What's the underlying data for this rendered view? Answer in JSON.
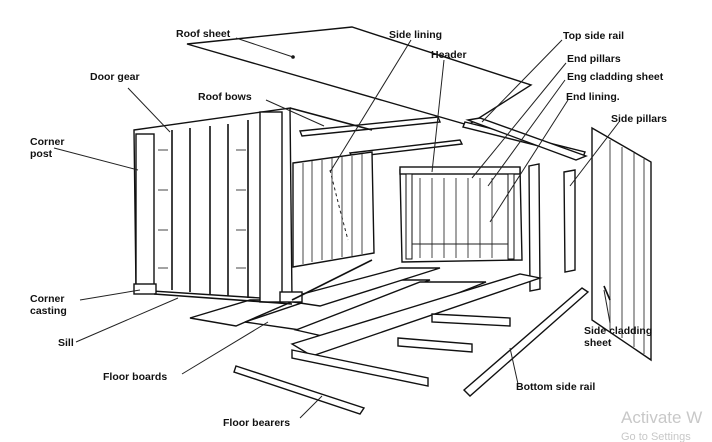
{
  "labels": {
    "roof_sheet": "Roof sheet",
    "side_lining": "Side lining",
    "header": "Header",
    "top_side_rail": "Top side rail",
    "end_pillars": "End pillars",
    "eng_cladding_sheet": "Eng cladding sheet",
    "end_lining": "End lining.",
    "side_pillars": "Side pillars",
    "door_gear": "Door gear",
    "roof_bows": "Roof bows",
    "corner_post_1": "Corner",
    "corner_post_2": "post",
    "corner_casting_1": "Corner",
    "corner_casting_2": "casting",
    "sill": "Sill",
    "floor_boards": "Floor boards",
    "side_cladding_sheet_1": "Side cladding",
    "side_cladding_sheet_2": "sheet",
    "bottom_side_rail": "Bottom side rail",
    "floor_bearers": "Floor bearers"
  },
  "watermark": {
    "line1": "Activate W",
    "line2": "Go to Settings"
  }
}
